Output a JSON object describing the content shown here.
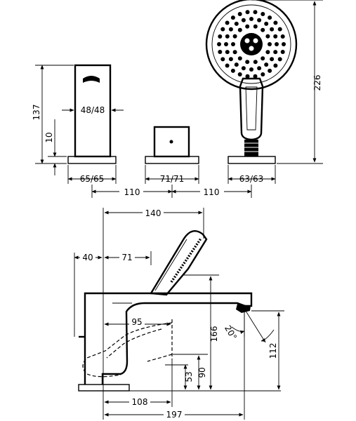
{
  "dimensions": {
    "spout_height": "137",
    "spout_plate": "10",
    "spout_width": "48/48",
    "spout_base": "65/65",
    "diverter_base": "71/71",
    "holder_base": "63/63",
    "spacing_left": "110",
    "spacing_right": "110",
    "total_height": "226",
    "overall_top": "140",
    "offset_left": "40",
    "offset_handle": "71",
    "handle_reach": "95",
    "spout_projection": "108",
    "overall_depth": "197",
    "height_166": "166",
    "height_112": "112",
    "height_90": "90",
    "height_53": "53",
    "spray_angle": "20°"
  }
}
